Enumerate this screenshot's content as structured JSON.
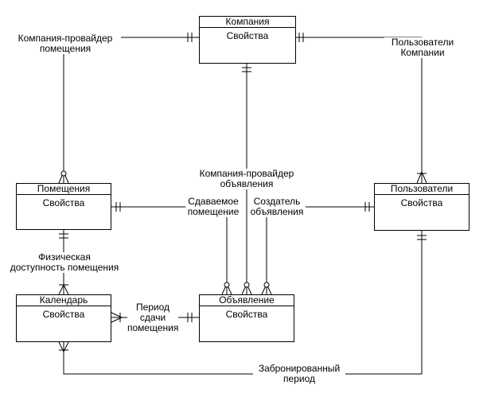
{
  "entities": {
    "company": {
      "title": "Компания",
      "body": "Свойства"
    },
    "premises": {
      "title": "Помещения",
      "body": "Свойства"
    },
    "users": {
      "title": "Пользователи",
      "body": "Свойства"
    },
    "calendar": {
      "title": "Календарь",
      "body": "Свойства"
    },
    "listing": {
      "title": "Объявление",
      "body": "Свойства"
    }
  },
  "relationships": {
    "company_provider_premises": {
      "line1": "Компания-провайдер",
      "line2": "помещения"
    },
    "company_users": {
      "line1": "Пользователи",
      "line2": "Компании"
    },
    "company_provider_listing": {
      "line1": "Компания-провайдер",
      "line2": "объявления"
    },
    "rented_premises": {
      "line1": "Сдаваемое",
      "line2": "помещение"
    },
    "listing_creator": {
      "line1": "Создатель",
      "line2": "объявления"
    },
    "physical_availability": {
      "line1": "Физическая",
      "line2": "доступность помещения"
    },
    "rental_period": {
      "line1": "Период",
      "line2": "сдачи",
      "line3": "помещения"
    },
    "booked_period": {
      "line1": "Забронированный",
      "line2": "период"
    }
  },
  "colors": {
    "line": "#000000",
    "background": "#ffffff"
  }
}
